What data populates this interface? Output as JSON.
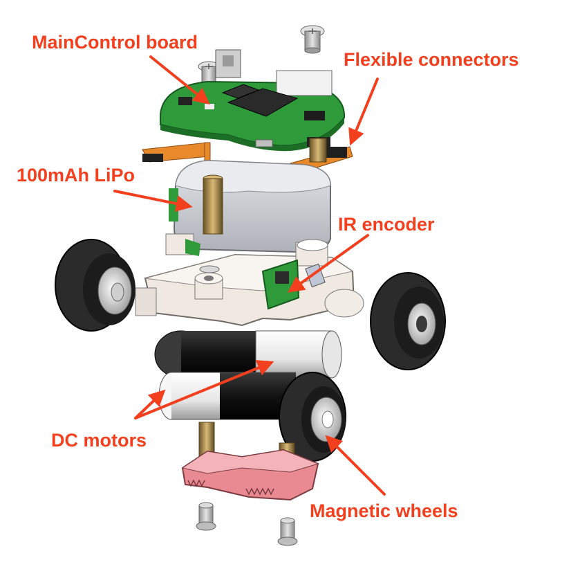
{
  "labels": {
    "main_control_board": "MainControl board",
    "flexible_connectors": "Flexible connectors",
    "lipo": "100mAh LiPo",
    "ir_encoder": "IR encoder",
    "dc_motors": "DC motors",
    "magnetic_wheels": "Magnetic wheels"
  },
  "colors": {
    "label": "#f2401f",
    "pcb": "#2f9a3a",
    "flex": "#e88a2b",
    "battery": "#c9ccd1",
    "chassis": "#efe9e2",
    "tire": "#2b2b2b",
    "motor_black": "#1c1c1c",
    "motor_white": "#f3f3f3",
    "base": "#e98a92",
    "brass": "#c6a25a",
    "screw": "#c9c9c9"
  },
  "icons": [
    "screw-icon",
    "chip-icon",
    "connector-icon"
  ]
}
